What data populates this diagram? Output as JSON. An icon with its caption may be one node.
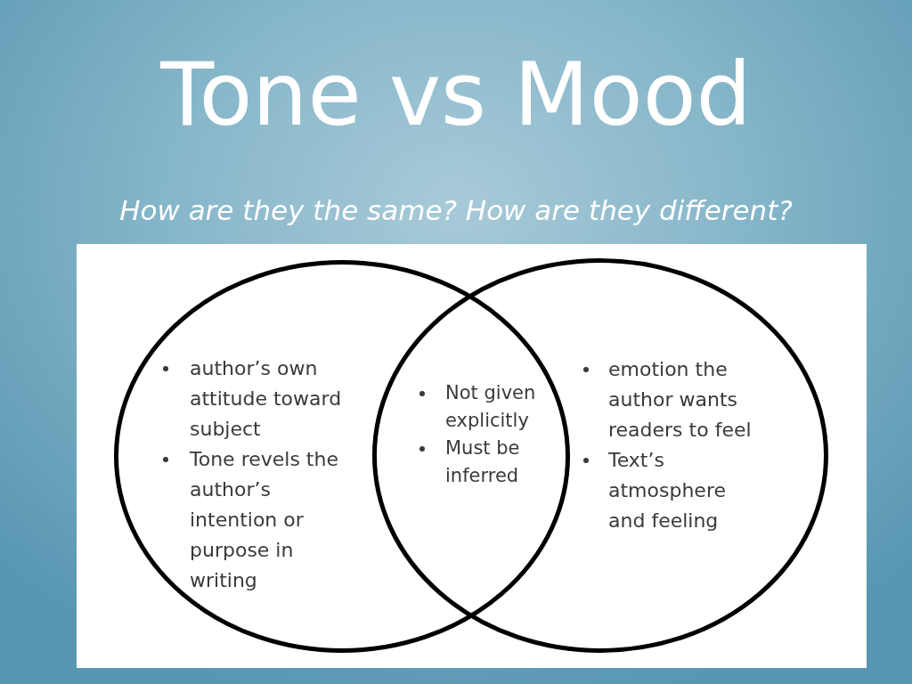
{
  "diagram": {
    "title": "Tone vs Mood",
    "nodes": [
      {
        "text": [
          "author’s own attitude toward subject",
          "Tone revels the author’s intention or purpose in writing"
        ]
      },
      {
        "text": [
          "Not given explicitly",
          "Must be inferred"
        ]
      },
      {
        "text": [
          "emotion the author wants readers to feel",
          "Text’s atmosphere and feeling"
        ]
      }
    ],
    "labels": [
      "How are they the same? How are they different?"
    ]
  }
}
